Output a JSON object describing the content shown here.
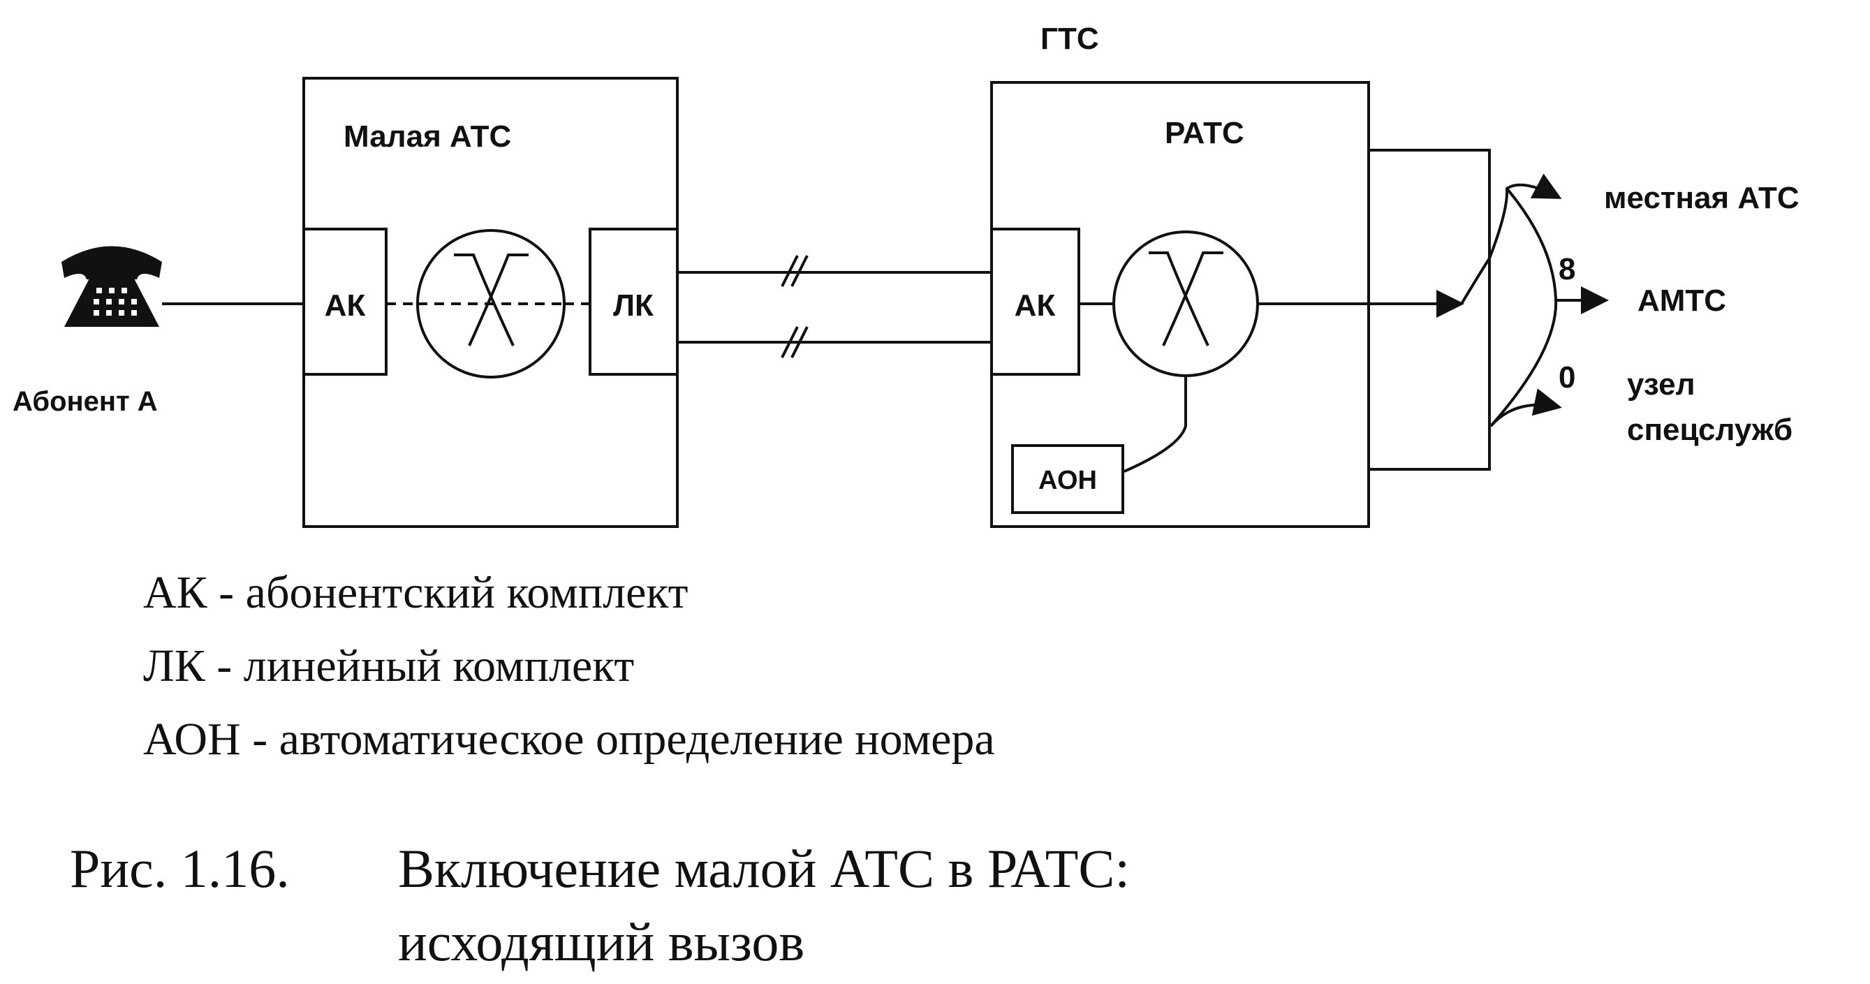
{
  "diagram": {
    "gts_label": "ГТС",
    "small_ats_label": "Малая АТС",
    "rats_label": "РАТС",
    "ak_label": "АК",
    "lk_label": "ЛК",
    "aon_label": "АОН",
    "subscriber_label": "Абонент А",
    "outputs": {
      "local": "местная АТС",
      "amts": "АМТС",
      "special_line1": "узел",
      "special_line2": "спецслужб",
      "digit_8": "8",
      "digit_0": "0"
    }
  },
  "legend": [
    "АК - абонентский комплект",
    "ЛК - линейный комплект",
    "АОН - автоматическое определение номера"
  ],
  "caption": {
    "number": "Рис. 1.16.",
    "line1": "Включение малой АТС в РАТС:",
    "line2": "исходящий вызов"
  }
}
